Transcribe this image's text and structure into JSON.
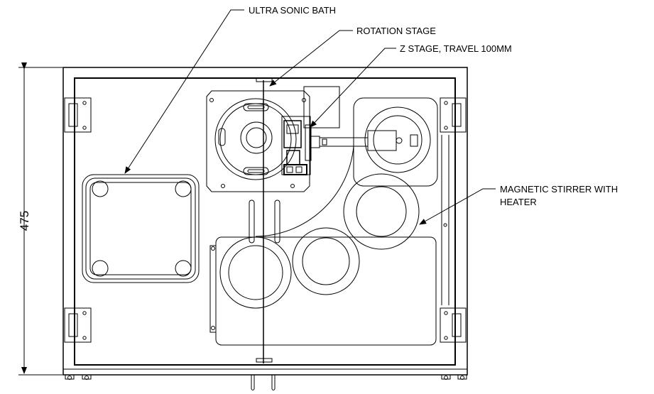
{
  "labels": {
    "ultrasonic_bath": "ULTRA SONIC BATH",
    "rotation_stage": "ROTATION STAGE",
    "z_stage": "Z STAGE, TRAVEL 100MM",
    "stirrer_line1": "MAGNETIC STIRRER WITH",
    "stirrer_line2": "HEATER"
  },
  "dimension": {
    "height_value": "475"
  }
}
